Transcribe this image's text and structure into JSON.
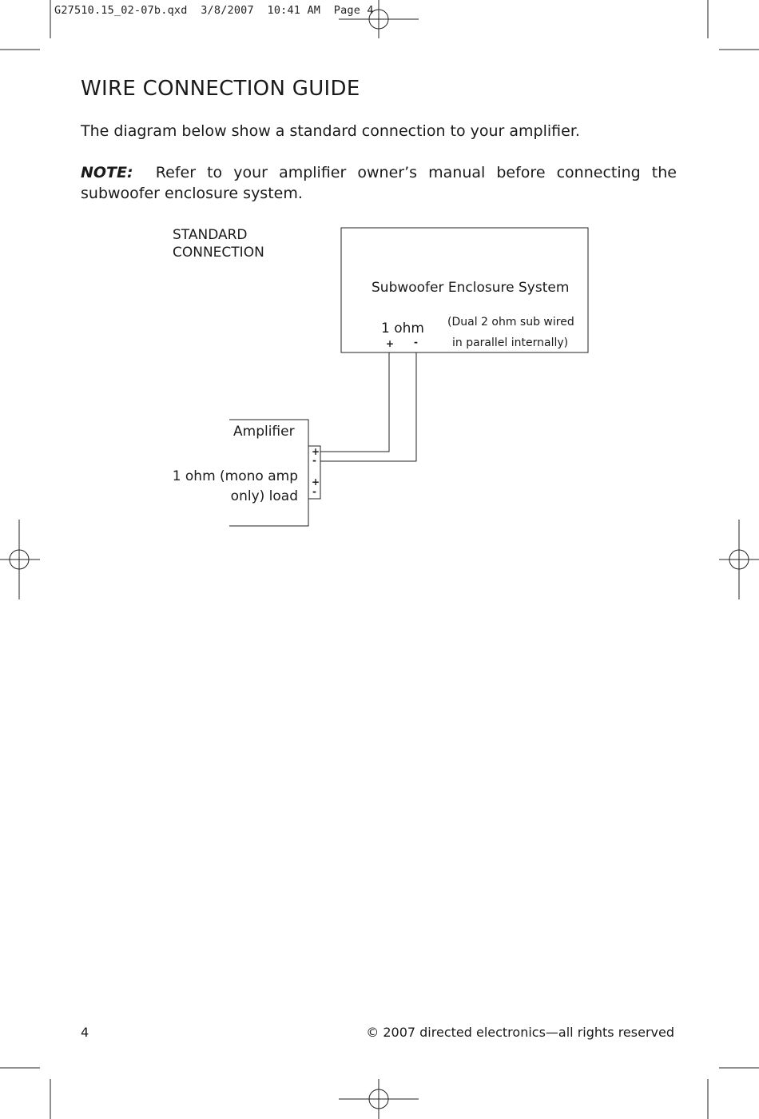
{
  "print_slug": "G27510.15_02-07b.qxd  3/8/2007  10:41 AM  Page 4",
  "heading": "WIRE CONNECTION GUIDE",
  "intro": "The diagram below show a standard connection to your amplifier.",
  "note": {
    "label": "NOTE:",
    "text": "Refer to your amplifier owner’s manual before connecting the subwoofer enclosure system."
  },
  "diagram": {
    "label_line1": "STANDARD",
    "label_line2": "CONNECTION",
    "subwoofer": {
      "title": "Subwoofer Enclosure System",
      "impedance": "1 ohm",
      "note_line1": "(Dual 2 ohm sub wired",
      "note_line2": "in parallel internally)",
      "plus": "+",
      "minus": "-"
    },
    "amplifier": {
      "title": "Amplifier",
      "load_line1": "1 ohm (mono amp",
      "load_line2": "only) load",
      "terminals": [
        "+",
        "-",
        "+",
        "-"
      ]
    }
  },
  "footer": {
    "page_number": "4",
    "copyright": "© 2007 directed electronics—all rights reserved"
  }
}
